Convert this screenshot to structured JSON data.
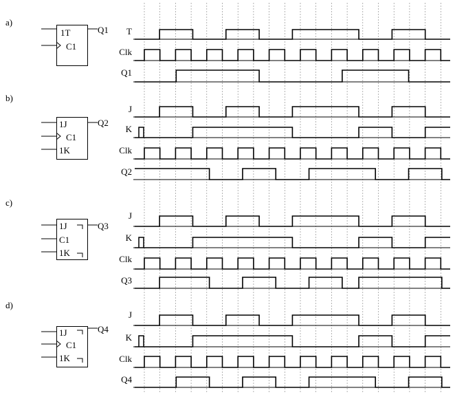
{
  "panels": [
    {
      "id": "a",
      "label": "a)",
      "block": {
        "pins": [
          "1T",
          "C1"
        ],
        "output": "Q1",
        "kind": "T"
      },
      "signals": [
        {
          "name": "T",
          "waveform": [
            0,
            1,
            1,
            0,
            0,
            1,
            1,
            0,
            0,
            1,
            1,
            1,
            1,
            0,
            0,
            1,
            1,
            0,
            0
          ]
        },
        {
          "name": "Clk",
          "waveform": "clock"
        },
        {
          "name": "Q1",
          "waveform": [
            0,
            0,
            1,
            1,
            1,
            1,
            1,
            0,
            0,
            0,
            0,
            0,
            1,
            1,
            1,
            1,
            0,
            0,
            0
          ]
        }
      ]
    },
    {
      "id": "b",
      "label": "b)",
      "block": {
        "pins": [
          "1J",
          "C1",
          "1K"
        ],
        "output": "Q2",
        "kind": "JK"
      },
      "signals": [
        {
          "name": "J",
          "waveform": [
            0,
            1,
            1,
            0,
            0,
            1,
            1,
            0,
            0,
            1,
            1,
            1,
            1,
            0,
            0,
            1,
            1,
            0,
            0
          ]
        },
        {
          "name": "K",
          "waveform": [
            0,
            0,
            0,
            1,
            1,
            1,
            1,
            1,
            1,
            0,
            0,
            0,
            0,
            1,
            1,
            0,
            0,
            1,
            1
          ],
          "spike": true
        },
        {
          "name": "Clk",
          "waveform": "clock"
        },
        {
          "name": "Q2",
          "waveform": [
            1,
            1,
            1,
            1,
            0,
            0,
            1,
            1,
            0,
            0,
            1,
            1,
            1,
            1,
            0,
            0,
            1,
            1,
            0
          ]
        }
      ]
    },
    {
      "id": "c",
      "label": "c)",
      "block": {
        "pins": [
          "1J",
          "C1",
          "1K"
        ],
        "output": "Q3",
        "kind": "JK-master"
      },
      "signals": [
        {
          "name": "J",
          "waveform": [
            0,
            1,
            1,
            0,
            0,
            1,
            1,
            0,
            0,
            1,
            1,
            1,
            1,
            0,
            0,
            1,
            1,
            0,
            0
          ]
        },
        {
          "name": "K",
          "waveform": [
            0,
            0,
            0,
            1,
            1,
            1,
            1,
            1,
            1,
            0,
            0,
            0,
            0,
            1,
            1,
            0,
            0,
            1,
            1
          ],
          "spike": true
        },
        {
          "name": "Clk",
          "waveform": "clock"
        },
        {
          "name": "Q3",
          "waveform": [
            0,
            1,
            1,
            1,
            0,
            0,
            1,
            1,
            0,
            0,
            1,
            1,
            0,
            1,
            1,
            1,
            1,
            1,
            0
          ]
        }
      ]
    },
    {
      "id": "d",
      "label": "d)",
      "block": {
        "pins": [
          "1J",
          "C1",
          "1K"
        ],
        "output": "Q4",
        "kind": "JK-master"
      },
      "signals": [
        {
          "name": "J",
          "waveform": [
            0,
            1,
            1,
            0,
            0,
            1,
            1,
            0,
            0,
            1,
            1,
            1,
            1,
            0,
            0,
            1,
            1,
            0,
            0
          ]
        },
        {
          "name": "K",
          "waveform": [
            0,
            0,
            0,
            1,
            1,
            1,
            1,
            1,
            1,
            0,
            0,
            0,
            0,
            1,
            1,
            0,
            0,
            1,
            1
          ],
          "spike": true
        },
        {
          "name": "Clk",
          "waveform": "clock"
        },
        {
          "name": "Q4",
          "waveform": [
            0,
            0,
            1,
            1,
            0,
            0,
            1,
            1,
            0,
            0,
            1,
            1,
            1,
            1,
            0,
            0,
            1,
            1,
            0
          ]
        }
      ]
    }
  ],
  "colors": {
    "line": "#000000",
    "grid": "#808080",
    "background": "#ffffff"
  }
}
